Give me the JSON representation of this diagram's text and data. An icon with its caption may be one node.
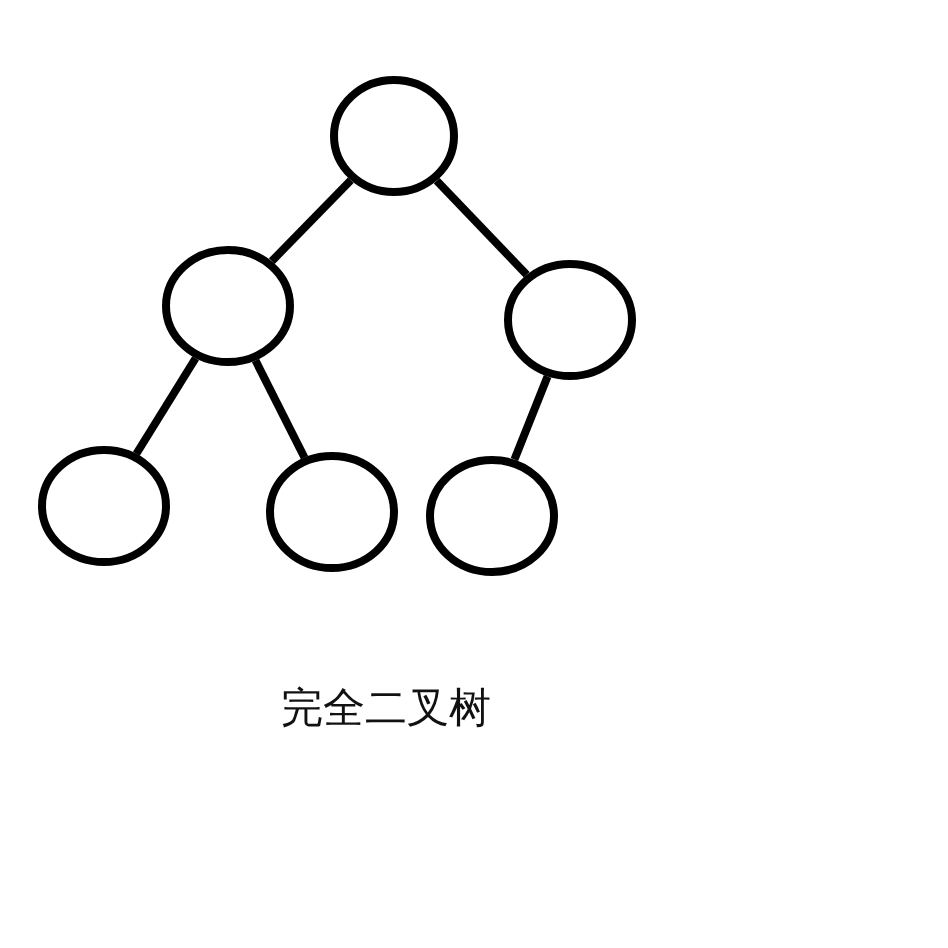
{
  "diagram": {
    "caption": "完全二叉树",
    "nodes": [
      {
        "text": [],
        "shape": "circle"
      },
      {
        "text": [],
        "shape": "circle"
      },
      {
        "text": [],
        "shape": "circle"
      },
      {
        "text": [],
        "shape": "circle"
      },
      {
        "text": [],
        "shape": "circle"
      },
      {
        "text": [],
        "shape": "circle"
      }
    ],
    "edges": [
      {
        "from": 0,
        "to": 1,
        "arrow": "none"
      },
      {
        "from": 0,
        "to": 2,
        "arrow": "none"
      },
      {
        "from": 1,
        "to": 3,
        "arrow": "none"
      },
      {
        "from": 1,
        "to": 4,
        "arrow": "none"
      },
      {
        "from": 2,
        "to": 5,
        "arrow": "none"
      }
    ]
  }
}
